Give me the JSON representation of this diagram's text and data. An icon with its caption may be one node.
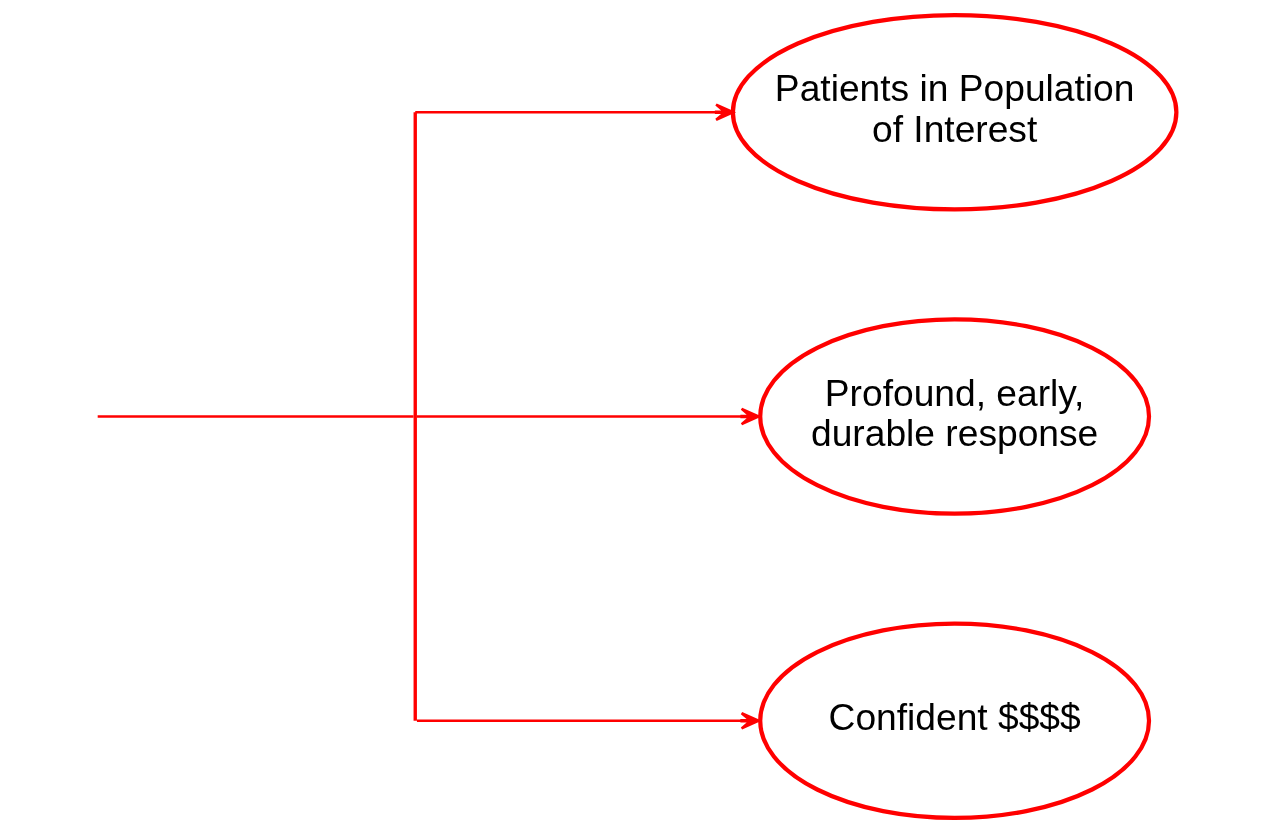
{
  "diagram": {
    "nodes": [
      {
        "text": [
          "Patients in Population of Interest"
        ]
      },
      {
        "text": [
          "Profound, early, durable response"
        ]
      },
      {
        "text": [
          "Confident $$$$"
        ]
      },
      {
        "text": [],
        "shape": "bar"
      }
    ],
    "edges": [
      {
        "from": null,
        "to": 3,
        "arrow": "none"
      },
      {
        "from": 3,
        "to": 0,
        "arrow": "to"
      },
      {
        "from": 3,
        "to": 1,
        "arrow": "to"
      },
      {
        "from": 3,
        "to": 2,
        "arrow": "to"
      }
    ]
  }
}
